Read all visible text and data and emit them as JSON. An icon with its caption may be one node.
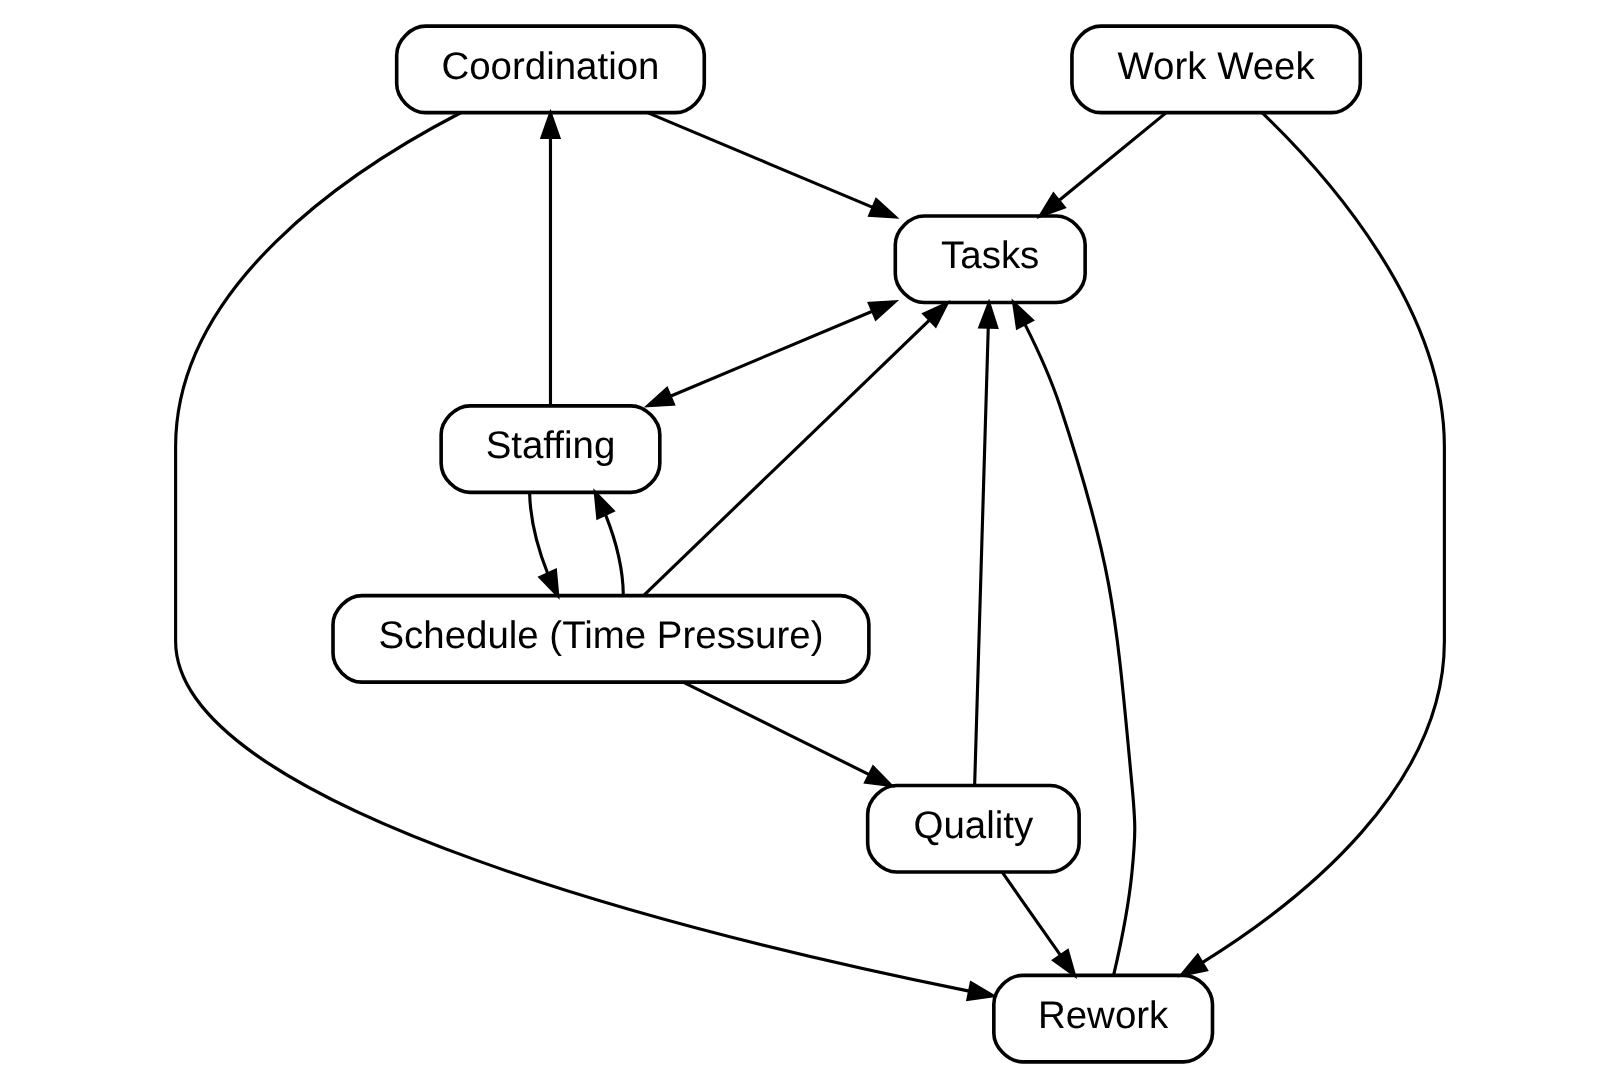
{
  "diagram": {
    "nodes": [
      {
        "text": [
          "Coordination"
        ]
      },
      {
        "text": [
          "Work Week"
        ]
      },
      {
        "text": [
          "Tasks"
        ]
      },
      {
        "text": [
          "Staffing"
        ]
      },
      {
        "text": [
          "Rework"
        ]
      },
      {
        "text": [
          "Schedule (Time Pressure)"
        ]
      },
      {
        "text": [
          "Quality"
        ]
      }
    ],
    "edges": [
      {
        "from": 1,
        "to": 2,
        "arrow": "to"
      },
      {
        "from": 0,
        "to": 2,
        "arrow": "to"
      },
      {
        "from": 2,
        "to": 3,
        "arrow": "both"
      },
      {
        "from": 3,
        "to": 0,
        "arrow": "to"
      },
      {
        "from": 0,
        "to": 4,
        "arrow": "to"
      },
      {
        "from": 1,
        "to": 4,
        "arrow": "to"
      },
      {
        "from": 4,
        "to": 2,
        "arrow": "to"
      },
      {
        "from": 3,
        "to": 5,
        "arrow": "to"
      },
      {
        "from": 5,
        "to": 3,
        "arrow": "to"
      },
      {
        "from": 5,
        "to": 2,
        "arrow": "to"
      },
      {
        "from": 6,
        "to": 2,
        "arrow": "to"
      },
      {
        "from": 5,
        "to": 6,
        "arrow": "to"
      },
      {
        "from": 6,
        "to": 4,
        "arrow": "to"
      }
    ]
  }
}
